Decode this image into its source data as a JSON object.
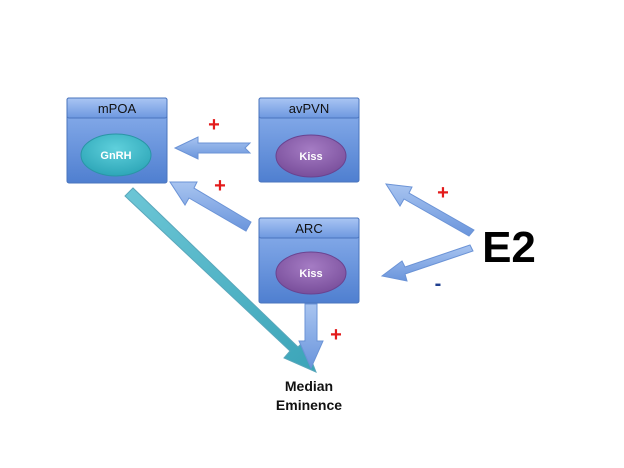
{
  "nodes": {
    "mpoa": {
      "title": "mPOA",
      "inner": "GnRH"
    },
    "avpvn": {
      "title": "avPVN",
      "inner": "Kiss"
    },
    "arc": {
      "title": "ARC",
      "inner": "Kiss"
    }
  },
  "hormone": "E2",
  "target": {
    "line1": "Median",
    "line2": "Eminence"
  },
  "signs": {
    "avpvn_to_mpoa": "+",
    "arc_to_mpoa": "+",
    "e2_to_avpvn": "+",
    "e2_to_arc": "-",
    "arc_to_eminence": "+"
  },
  "colors": {
    "box_fill": "#5b8bd9",
    "box_header": "#7ea6e8",
    "gnrh_oval": "#3ab5c4",
    "kiss_oval": "#8a5da8",
    "arrow_blue": "#7ea6e3",
    "arrow_teal": "#4bb3c6",
    "plus_color": "#e31b1b",
    "minus_color": "#1f3f8f"
  }
}
